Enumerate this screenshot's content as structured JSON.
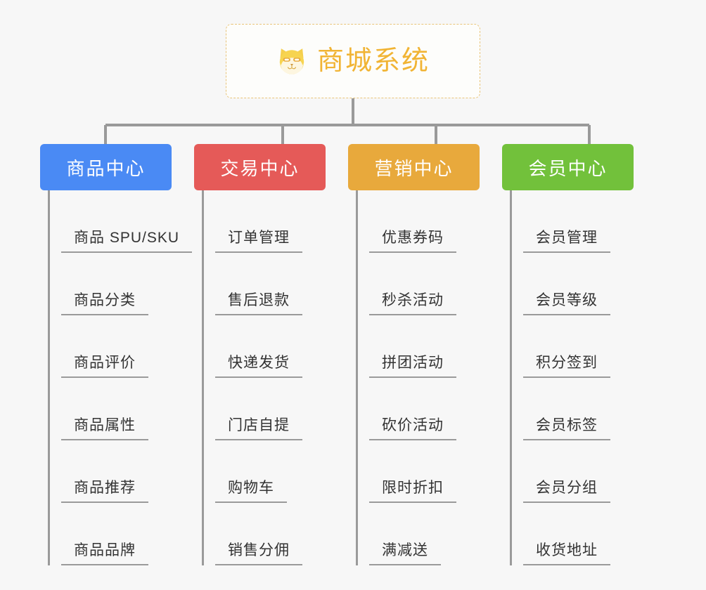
{
  "page": {
    "background": "#f7f7f7",
    "type": "mind-map",
    "spine_color": "#9a9a9a"
  },
  "root": {
    "title": "商城系统",
    "icon": "shiba-dog-icon",
    "title_color": "#f1b434",
    "border_color": "#e9c478",
    "fill": "#fdfdfb"
  },
  "columns": [
    {
      "title": "商品中心",
      "color": "#4a8af4",
      "items": [
        "商品 SPU/SKU",
        "商品分类",
        "商品评价",
        "商品属性",
        "商品推荐",
        "商品品牌"
      ]
    },
    {
      "title": "交易中心",
      "color": "#e55a58",
      "items": [
        "订单管理",
        "售后退款",
        "快递发货",
        "门店自提",
        "购物车",
        "销售分佣"
      ]
    },
    {
      "title": "营销中心",
      "color": "#e8a93c",
      "items": [
        "优惠券码",
        "秒杀活动",
        "拼团活动",
        "砍价活动",
        "限时折扣",
        "满减送"
      ]
    },
    {
      "title": "会员中心",
      "color": "#72c13b",
      "items": [
        "会员管理",
        "会员等级",
        "积分签到",
        "会员标签",
        "会员分组",
        "收货地址"
      ]
    }
  ]
}
